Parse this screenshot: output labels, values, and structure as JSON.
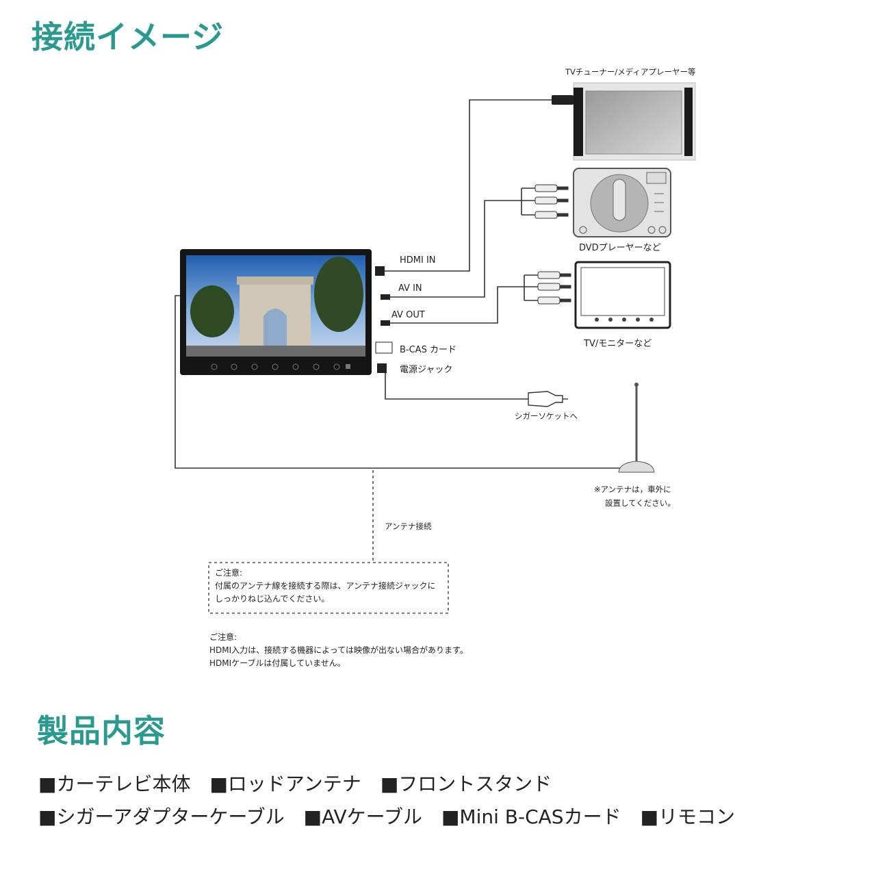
{
  "headings": {
    "connection": "接続イメージ",
    "contents": "製品内容"
  },
  "diagram": {
    "device_tv_tuner": "TVチューナー/メディアプレーヤー等",
    "device_dvd": "DVDプレーヤーなど",
    "device_monitor": "TV/モニターなど",
    "port_hdmi_in": "HDMI IN",
    "port_av_in": "AV IN",
    "port_av_out": "AV OUT",
    "port_bcas": "B-CAS カード",
    "port_power": "電源ジャック",
    "cigar_socket": "シガーソケットへ",
    "antenna_note_line1": "※アンテナは，車外に",
    "antenna_note_line2": "設置してください。",
    "antenna_connection": "アンテナ接続"
  },
  "notes": {
    "box_title": "ご注意:",
    "box_line1": "付属のアンテナ線を接続する際は、アンテナ接続ジャックに",
    "box_line2": "しっかりねじ込んでください。",
    "hdmi_title": "ご注意:",
    "hdmi_line1": "HDMI入力は、接続する機器によっては映像が出ない場合があります。",
    "hdmi_line2": "HDMIケーブルは付属していません。"
  },
  "contents_items": {
    "row1": [
      "■カーテレビ本体",
      "■ロッドアンテナ",
      "■フロントスタンド"
    ],
    "row2": [
      "■シガーアダプターケーブル",
      "■AVケーブル",
      "■Mini B-CASカード",
      "■リモコン"
    ]
  },
  "colors": {
    "heading": "#2a9a90",
    "line": "#333333"
  }
}
